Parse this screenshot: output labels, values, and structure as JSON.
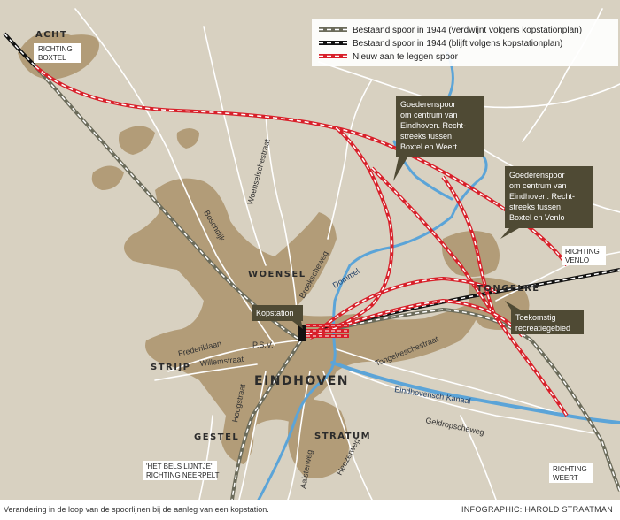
{
  "legend": {
    "items": [
      {
        "label": "Bestaand spoor in 1944 (verdwijnt volgens kopstationplan)",
        "kind": "removed",
        "color": "#6b6b5a"
      },
      {
        "label": "Bestaand spoor in 1944 (blijft volgens kopstationplan)",
        "kind": "kept",
        "color": "#111111"
      },
      {
        "label": "Nieuw aan te leggen spoor",
        "kind": "new",
        "color": "#d8202a"
      }
    ]
  },
  "places": {
    "acht": "ACHT",
    "woensel": "WOENSEL",
    "tongelre": "TONGELRE",
    "strijp": "STRIJP",
    "eindhoven": "EINDHOVEN",
    "gestel": "GESTEL",
    "stratum": "STRATUM"
  },
  "streets": {
    "boschdijk": "Boschdijk",
    "woenselsestraat": "Woenselschestraat",
    "broekscheweg": "Broekscheweg",
    "frederiklaan": "Frederiklaan",
    "psv": "P.S.V.",
    "willemstraat": "Willemstraat",
    "tongelreschestraat": "Tongelreschestraat",
    "hoogstraat": "Hoogstraat",
    "aalsterweg": "Aalsterweg",
    "heezerweg": "Heezerweg",
    "geldropscheweg": "Geldropscheweg"
  },
  "water": {
    "dommel": "Dommel",
    "kanaal": "Eindhovensch Kanaal"
  },
  "directions": {
    "boxtel": [
      "RICHTING",
      "BOXTEL"
    ],
    "venlo": [
      "RICHTING",
      "VENLO"
    ],
    "weert": [
      "RICHTING",
      "WEERT"
    ],
    "neerpelt": [
      "'HET BELS LIJNTJE'",
      "RICHTING NEERPELT"
    ]
  },
  "callouts": {
    "kopstation": "Kopstation",
    "goederen_weert": [
      "Goederenspoor",
      "om centrum van",
      "Eindhoven. Recht-",
      "streeks tussen",
      "Boxtel en Weert"
    ],
    "goederen_venlo": [
      "Goederenspoor",
      "om centrum van",
      "Eindhoven. Recht-",
      "streeks tussen",
      "Boxtel en Venlo"
    ],
    "recreatie": [
      "Toekomstig",
      "recreatiegebied"
    ]
  },
  "footer": {
    "caption": "Verandering in de loop van de spoorlijnen bij de aanleg van een kopstation.",
    "credit": "INFOGRAPHIC: HAROLD STRAATMAN"
  },
  "colors": {
    "background": "#d8d1c1",
    "built_up": "#b29c78",
    "water": "#5ba4d8",
    "callout_fill": "#4f4a34",
    "new_track": "#d8202a",
    "kept_track": "#111111",
    "removed_track": "#6b6b5a"
  }
}
